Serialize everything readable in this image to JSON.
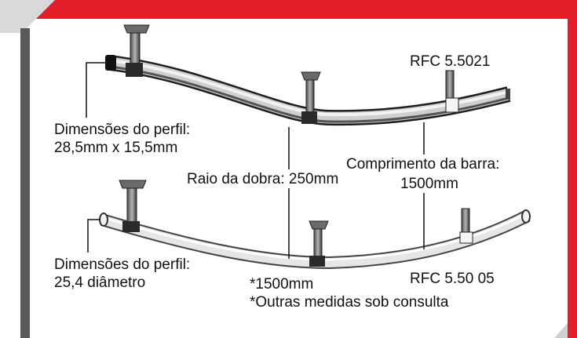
{
  "product_top": {
    "code": "RFC 5.5021",
    "profile_title": "Dimensões do perfil:",
    "profile_value": "28,5mm x 15,5mm"
  },
  "product_bottom": {
    "code": "RFC 5.50 05",
    "profile_title": "Dimensões do perfil:",
    "profile_value": "25,4 diâmetro"
  },
  "bend_radius": "Raio da dobra: 250mm",
  "bar_length": {
    "title": "Comprimento da barra:",
    "value": "1500mm"
  },
  "notes": {
    "length": "*1500mm",
    "other": "*Outras medidas sob consulta"
  },
  "colors": {
    "accent_red": "#e3202a",
    "frame_gray": "#58595b",
    "rail_dark": "#3a3a3a",
    "rail_light": "#e8e8e8"
  }
}
